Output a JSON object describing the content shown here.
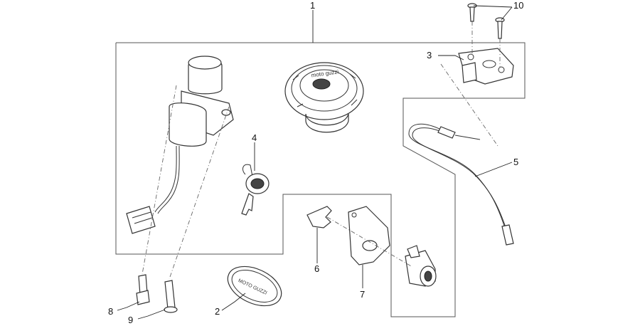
{
  "callouts": [
    {
      "id": "1",
      "text": "1"
    },
    {
      "id": "2",
      "text": "2"
    },
    {
      "id": "3",
      "text": "3"
    },
    {
      "id": "4",
      "text": "4"
    },
    {
      "id": "5",
      "text": "5"
    },
    {
      "id": "6",
      "text": "6"
    },
    {
      "id": "7",
      "text": "7"
    },
    {
      "id": "8",
      "text": "8"
    },
    {
      "id": "9",
      "text": "9"
    },
    {
      "id": "10",
      "text": "10"
    }
  ],
  "emboss": {
    "cap_text": "moto guzzi",
    "badge_text": "MOTO GUZZI"
  },
  "colors": {
    "line": "#333333",
    "background": "#ffffff"
  }
}
